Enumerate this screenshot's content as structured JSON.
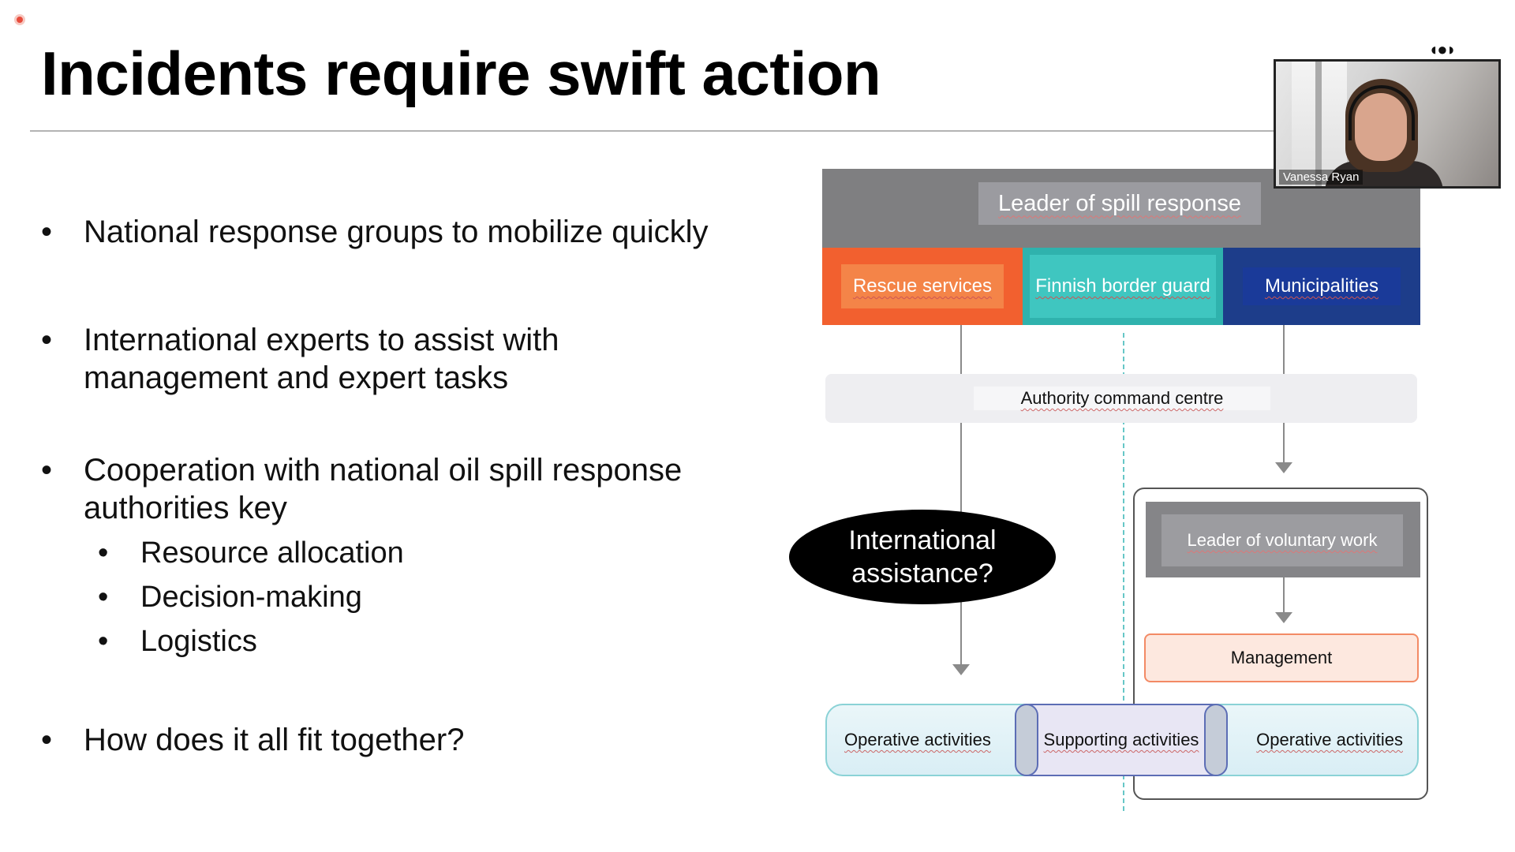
{
  "slide": {
    "title": "Incidents require swift action",
    "bullets": [
      {
        "lines": [
          "National response groups to mobilize quickly"
        ]
      },
      {
        "lines": [
          "International experts to assist with",
          "management and expert tasks"
        ]
      },
      {
        "lines": [
          "Cooperation with national oil spill response",
          "authorities key"
        ],
        "sub": [
          "Resource allocation",
          "Decision-making",
          "Logistics"
        ]
      },
      {
        "lines": [
          "How does it all fit together?"
        ]
      }
    ],
    "bullet_char": "•"
  },
  "diagram": {
    "leader": "Leader of spill response",
    "rescue": "Rescue services",
    "border_guard": "Finnish border guard",
    "municipalities": "Municipalities",
    "command_centre": "Authority command centre",
    "international": "International assistance?",
    "voluntary_leader": "Leader of voluntary work",
    "management": "Management",
    "operative_left": "Operative activities",
    "supporting": "Supporting activities",
    "operative_right": "Operative activities"
  },
  "video": {
    "participant": "Vanessa Ryan"
  },
  "colors": {
    "rescue": "#f2602f",
    "border_guard": "#2fb2ad",
    "municipalities": "#1d3d8a",
    "leader_bar": "#7f7f81"
  }
}
